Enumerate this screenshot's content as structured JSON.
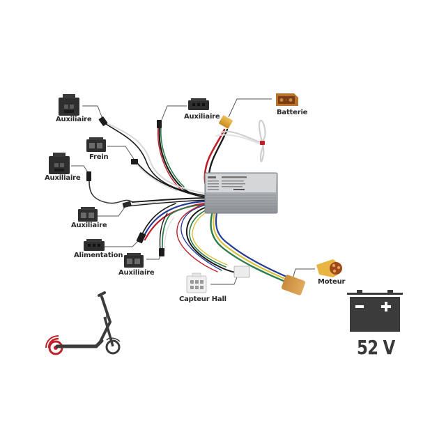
{
  "title": "Schéma de câblage contrôleur trottinette électrique",
  "labels": {
    "aux1": "Auxiliaire",
    "frein": "Frein",
    "aux2": "Auxiliaire",
    "aux3": "Auxiliaire",
    "alimentation": "Alimentation",
    "aux4": "Auxiliaire",
    "aux_top": "Auxiliaire",
    "batterie": "Batterie",
    "capteur_hall": "Capteur Hall",
    "moteur": "Moteur"
  },
  "battery": {
    "voltage": "52 V",
    "minus": "−",
    "plus": "+"
  },
  "colors": {
    "connector_dark": "#2e2e2e",
    "xt_connector": "#d9a63a",
    "xt_battery": "#b8742c",
    "wire_red": "#c0202a",
    "wire_black": "#1c1c1c",
    "wire_green": "#2e7d4a",
    "wire_blue": "#263c9a",
    "wire_yellow": "#d8c23a",
    "wire_white": "#d8d8d8",
    "controller": "#a9adb1",
    "icon_gray": "#3b3b3b",
    "scooter_red": "#c0202a"
  }
}
